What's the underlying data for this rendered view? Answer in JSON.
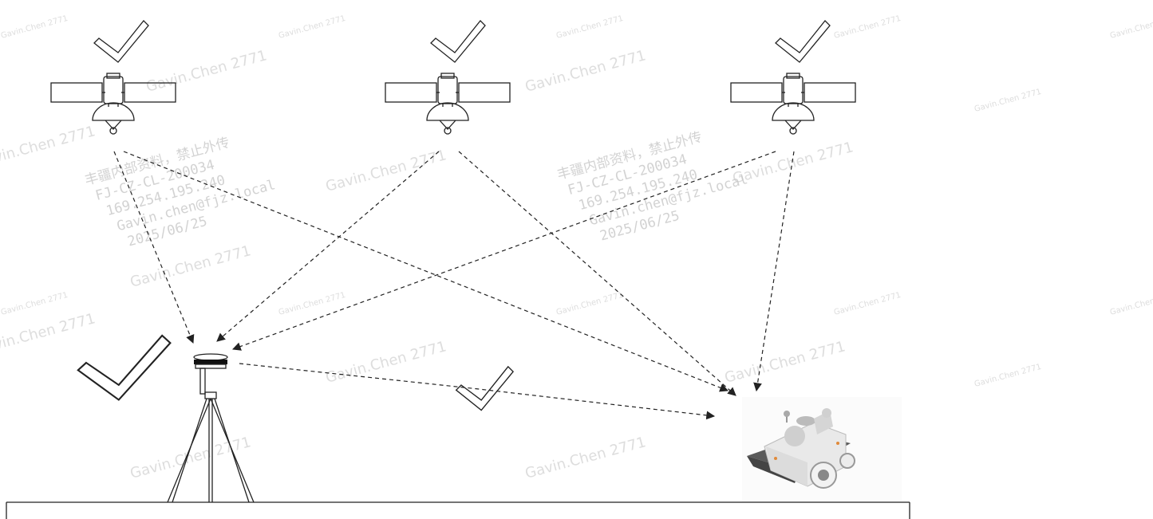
{
  "diagram": {
    "satellites": [
      {
        "id": "satellite-left",
        "signal_ok": true
      },
      {
        "id": "satellite-middle",
        "signal_ok": true
      },
      {
        "id": "satellite-right",
        "signal_ok": true
      }
    ],
    "base_station": {
      "id": "rtk-base-station",
      "signal_ok": true
    },
    "base_to_rover_link": {
      "signal_ok": true
    },
    "rover": {
      "id": "robot-rover"
    }
  },
  "watermark": {
    "name": "Gavin.Chen 2771",
    "name_spaced": "Gavin.Chen 2771",
    "block": [
      "丰疆内部资料，禁止外传",
      "FJ-CZ-CL-200034",
      "169.254.195.240",
      "Gavin.chen@fjz.local",
      "2025/06/25"
    ]
  },
  "colors": {
    "line": "#222222",
    "watermark": "#cfcfcf",
    "ground": "#222222"
  }
}
